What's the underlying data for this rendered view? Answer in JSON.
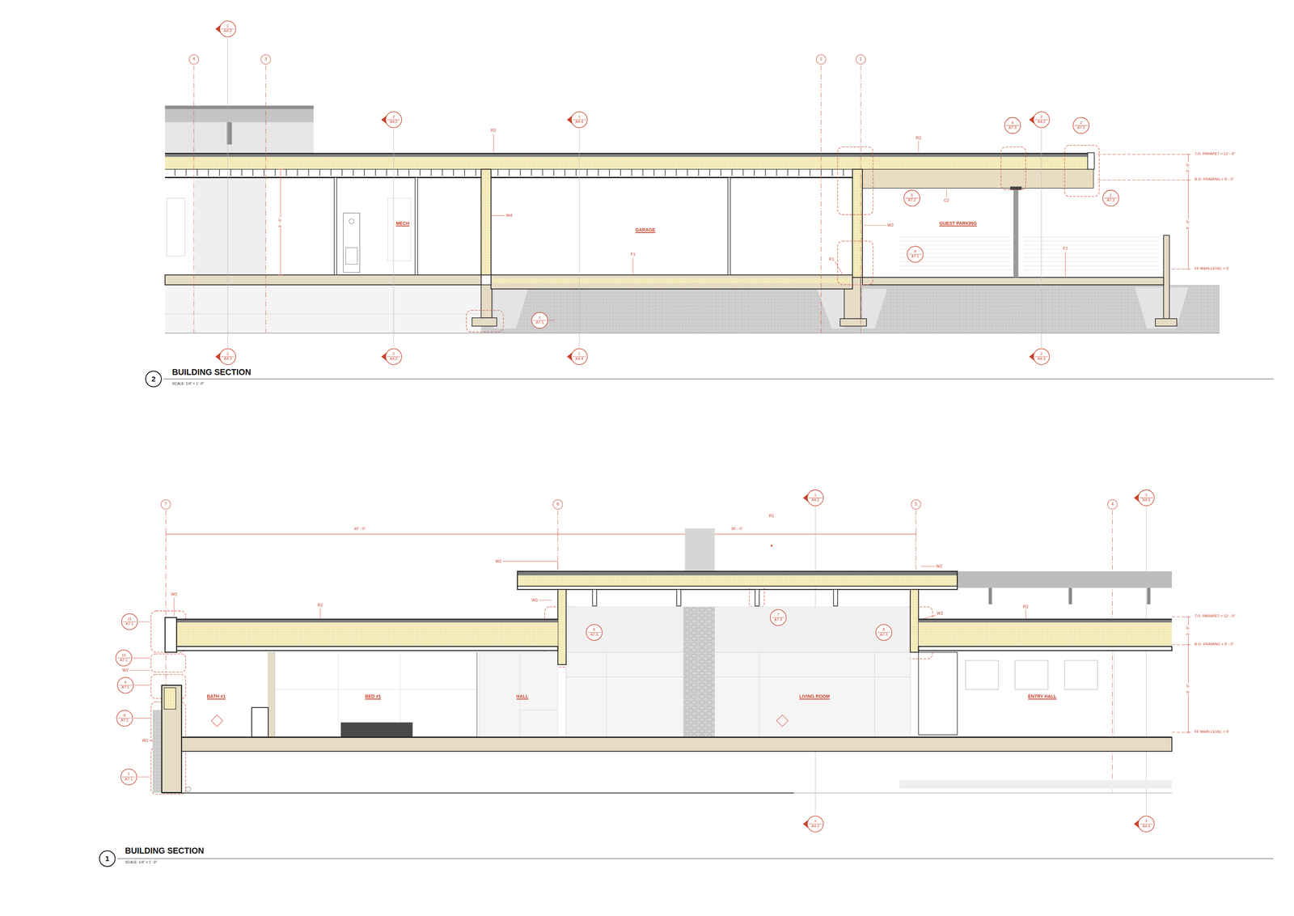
{
  "diagram": {
    "nodes": [
      {
        "text": [
          "4"
        ]
      },
      {
        "text": [
          "3"
        ]
      },
      {
        "text": [
          "2"
        ]
      },
      {
        "text": [
          "1"
        ]
      },
      {
        "text": [
          "1",
          "A4.3"
        ]
      },
      {
        "text": [
          "2",
          "A4.2"
        ]
      },
      {
        "text": [
          "1",
          "A4.4"
        ]
      },
      {
        "text": [
          "4",
          "A7.3"
        ]
      },
      {
        "text": [
          "2",
          "A4.2"
        ]
      },
      {
        "text": [
          "2",
          "A7.3"
        ]
      },
      {
        "text": [
          "5",
          "A7.2"
        ]
      },
      {
        "text": [
          "1",
          "A7.3"
        ]
      },
      {
        "text": [
          "8",
          "A7.1"
        ]
      },
      {
        "text": [
          "1",
          "A7.1"
        ]
      },
      {
        "text": [
          "1",
          "A4.3"
        ]
      },
      {
        "text": [
          "2",
          "A4.2"
        ]
      },
      {
        "text": [
          "1",
          "A4.4"
        ]
      },
      {
        "text": [
          "2",
          "A4.3"
        ]
      },
      {
        "text": [
          "2"
        ]
      },
      {
        "text": [
          "7"
        ]
      },
      {
        "text": [
          "6"
        ]
      },
      {
        "text": [
          "5"
        ]
      },
      {
        "text": [
          "4"
        ]
      },
      {
        "text": [
          "1",
          "A4.2"
        ]
      },
      {
        "text": [
          "1",
          "A4.3"
        ]
      },
      {
        "text": [
          "11",
          "A7.1"
        ]
      },
      {
        "text": [
          "10",
          "A7.1"
        ]
      },
      {
        "text": [
          "9",
          "A7.1"
        ]
      },
      {
        "text": [
          "8",
          "A7.1"
        ]
      },
      {
        "text": [
          "1",
          "A7.1"
        ]
      },
      {
        "text": [
          "6",
          "A7.3"
        ]
      },
      {
        "text": [
          "7",
          "A7.3"
        ]
      },
      {
        "text": [
          "8",
          "A7.3"
        ]
      },
      {
        "text": [
          "1",
          "A4.2"
        ]
      },
      {
        "text": [
          "1",
          "A4.3"
        ]
      },
      {
        "text": [
          "1"
        ]
      }
    ],
    "labels": [
      "R2",
      "R2",
      "W4",
      "W2",
      "C2",
      "F1",
      "F1",
      "F2",
      "MECH",
      "GARAGE",
      "GUEST PARKING",
      "T.O. PARAPET = 12' - 0\"",
      "B.O. FRAMING = 9' - 0\"",
      "FF MAIN LEVEL = 0'",
      "3' - 0\"",
      "9' - 0\"",
      "9' - 0\"",
      "BUILDING SECTION",
      "SCALE: 1/4\" = 1' -0\"",
      "40' - 0\"",
      "36' - 0\"",
      "R1",
      "W2",
      "W2",
      "W2",
      "W2",
      "R2",
      "R2",
      "W2",
      "W2",
      "W1",
      "BATH #1",
      "BED #1",
      "HALL",
      "LIVING ROOM",
      "ENTRY HALL",
      "T.O. PARAPET = 12' - 0\"",
      "B.O. FRAMING = 9' - 0\"",
      "FF MAIN LEVEL = 0'",
      "3' - 0\"",
      "9' - 0\"",
      "BUILDING SECTION",
      "SCALE: 1/4\" = 1' -0\""
    ]
  }
}
